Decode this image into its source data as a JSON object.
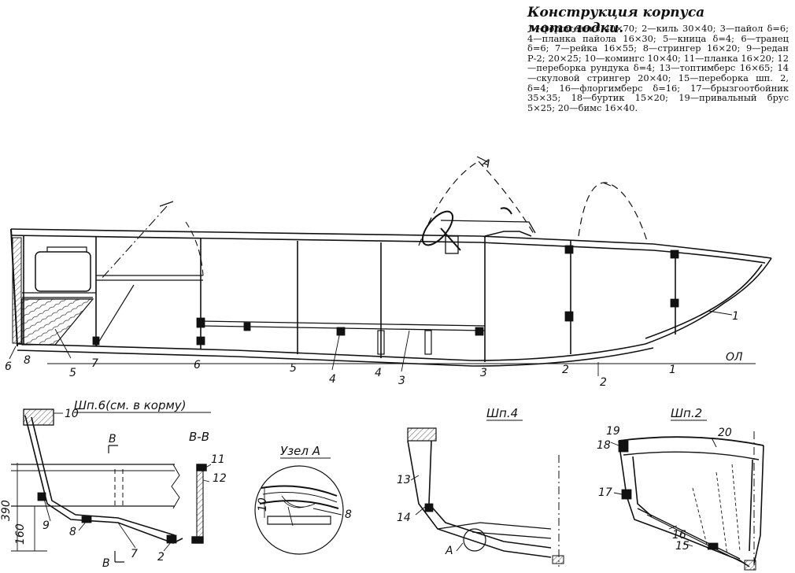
{
  "caption": {
    "title": "Конструкция корпуса мотолодки.",
    "items": [
      "1—форштевень 40×70;",
      "2—киль 30×40;",
      "3—пайол δ=6;",
      "4—планка пайола 16×30;",
      "5—кница δ=4;",
      "6—транец δ=6;",
      "7—рейка 16×55;",
      "8—стрингер 16×20;",
      "9—редан Р-2; 20×25;",
      "10—комингс 10×40;",
      "11—планка 16×20;",
      "12—переборка рундука δ=4;",
      "13—топтимберс 16×65;",
      "14—скуловой стрингер 20×40;",
      "15—переборка шп. 2, δ=4;",
      "16—флоргимберс δ=16;",
      "17—брызгоотбойник 35×35;",
      "18—буртик 15×20;",
      "19—привальный брус 5×25;",
      "20—бимс 16×40."
    ]
  },
  "side_view": {
    "baseline_label": "ОЛ",
    "section_marks": [
      "8",
      "7",
      "6",
      "5",
      "4",
      "3",
      "2",
      "1"
    ],
    "part_labels": [
      "6",
      "5",
      "4",
      "3",
      "2",
      "1"
    ],
    "view_arrow": "А"
  },
  "section_6": {
    "title": "Шп.6(см. в корму)",
    "dims": [
      "390",
      "160"
    ],
    "cut_mark": "В",
    "labels": [
      "10",
      "9",
      "8",
      "7",
      "2"
    ]
  },
  "section_bb": {
    "title": "В-В",
    "labels": [
      "11",
      "12"
    ]
  },
  "node_a": {
    "title": "Узел А",
    "dim": "10",
    "labels": [
      "8"
    ]
  },
  "section_4": {
    "title": "Шп.4",
    "labels": [
      "13",
      "14",
      "А"
    ]
  },
  "section_2": {
    "title": "Шп.2",
    "labels": [
      "19",
      "18",
      "20",
      "17",
      "16",
      "15"
    ]
  }
}
